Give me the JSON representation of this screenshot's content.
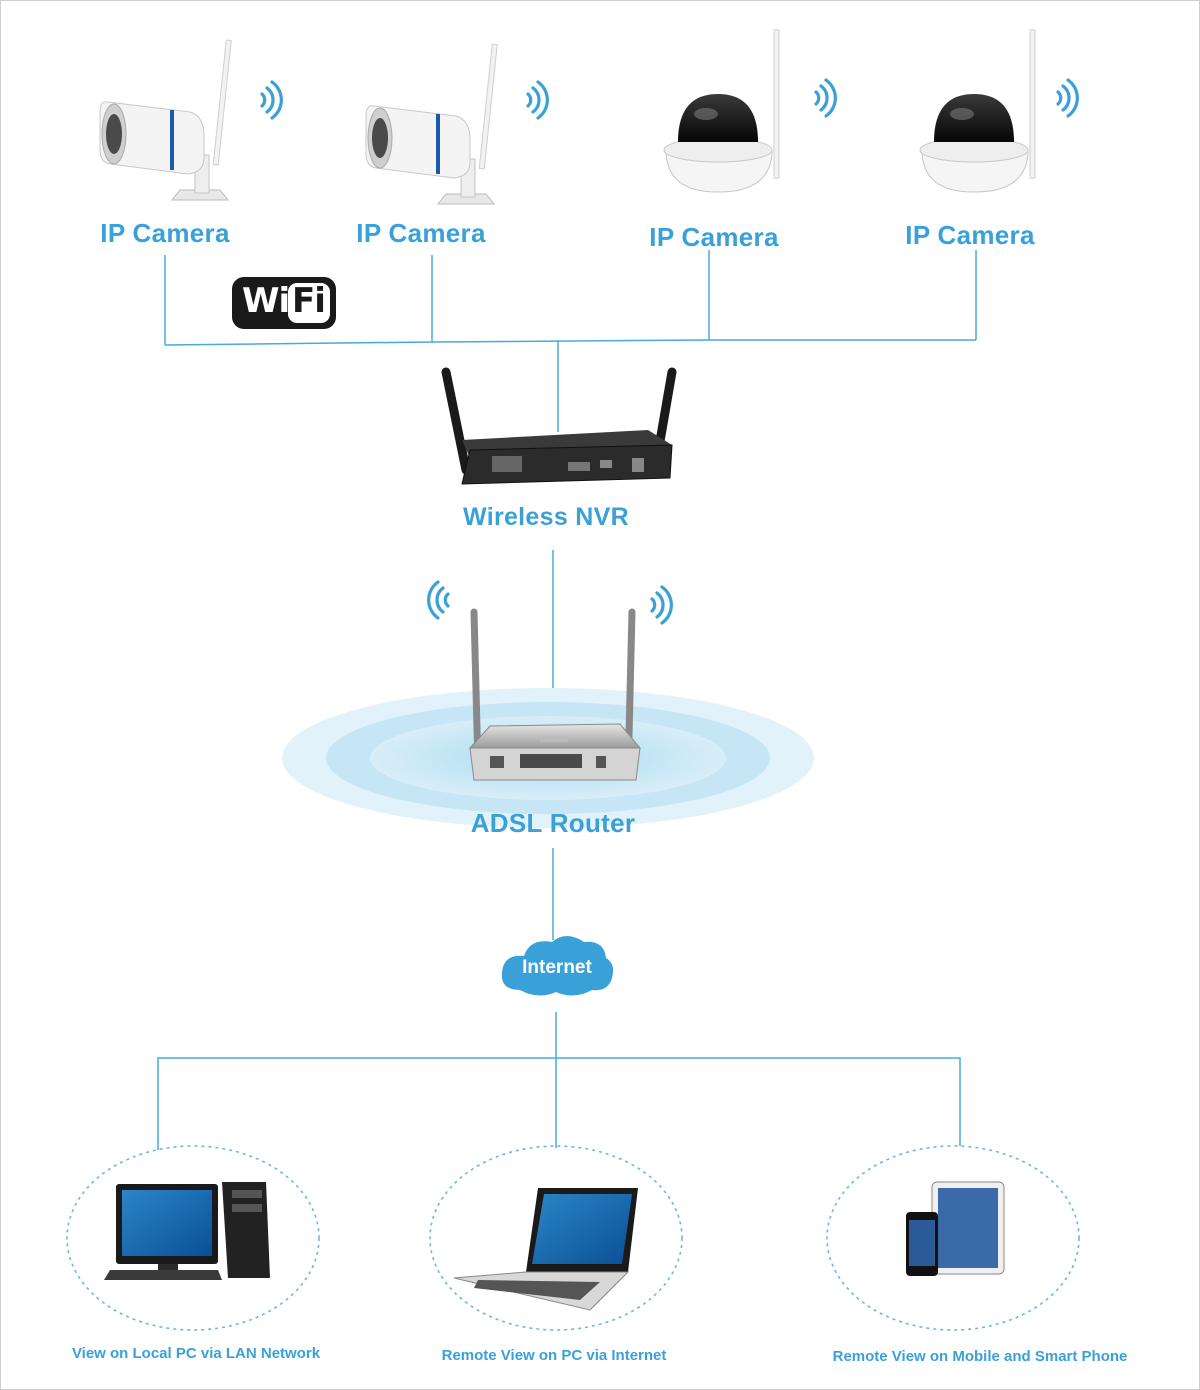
{
  "cameras": [
    {
      "label": "IP Camera"
    },
    {
      "label": "IP Camera"
    },
    {
      "label": "IP Camera"
    },
    {
      "label": "IP Camera"
    }
  ],
  "wifi_badge": {
    "wi": "Wi",
    "fi": "Fi"
  },
  "nvr": {
    "label": "Wireless NVR"
  },
  "router": {
    "label": "ADSL Router"
  },
  "internet": {
    "label": "Internet"
  },
  "clients": [
    {
      "label": "View on Local PC via LAN Network",
      "icon": "desktop-pc-icon"
    },
    {
      "label": "Remote View on PC via Internet",
      "icon": "laptop-icon"
    },
    {
      "label": "Remote View on Mobile and Smart Phone",
      "icon": "tablet-phone-icon"
    }
  ],
  "colors": {
    "accent": "#3aa0d8",
    "line": "#4aa8dc",
    "dotted": "#6cb8e0",
    "cloud": "#3aa0d8"
  }
}
